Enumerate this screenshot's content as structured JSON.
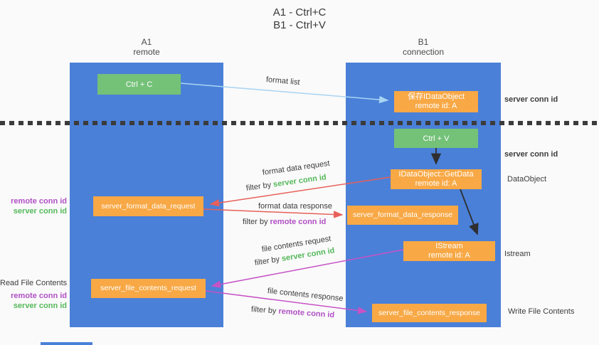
{
  "title": {
    "line1": "A1 - Ctrl+C",
    "line2": "B1 - Ctrl+V"
  },
  "columns": {
    "left": {
      "id": "A1",
      "role": "remote"
    },
    "right": {
      "id": "B1",
      "role": "connection"
    }
  },
  "boxes": {
    "ctrl_c": "Ctrl + C",
    "save_idataobject": {
      "line1": "保存IDataObject",
      "line2": "remote id: A"
    },
    "ctrl_v": "Ctrl + V",
    "getdata": {
      "line1": "IDataObject::GetData",
      "line2": "remote id: A"
    },
    "istream": {
      "line1": "IStream",
      "line2": "remote id: A"
    },
    "format_request": "server_format_data_request",
    "format_response": "server_format_data_response",
    "file_request": "server_file_contents_request",
    "file_response": "server_file_contents_response"
  },
  "arrow_labels": {
    "format_list": "format list",
    "format_data_request": "format data request",
    "format_data_response": "format data response",
    "file_contents_request": "file contents request",
    "file_contents_response": "file contents response",
    "filter_by": "filter by ",
    "server_conn_id": "server conn id",
    "remote_conn_id": "remote conn id"
  },
  "side_labels": {
    "left_remote_conn_id": "remote conn id",
    "left_server_conn_id": "server conn id",
    "read_file_contents": "Read File Contents",
    "right_server_conn_id_top": "server conn id",
    "right_server_conn_id_mid": "server conn id",
    "dataobject": "DataObject",
    "istream": "Istream",
    "write_file_contents": "Write File Contents"
  },
  "colors": {
    "lifeline_blue": "#4a80d8",
    "node_green": "#74c178",
    "node_orange": "#f8a845",
    "arrow_blue": "#a8d4f3",
    "arrow_red": "#e8605a",
    "arrow_magenta": "#c653c6",
    "arrow_black": "#2f2f2f",
    "text_green": "#55b85a",
    "text_purple": "#b14fc4",
    "background": "#fafafa"
  }
}
